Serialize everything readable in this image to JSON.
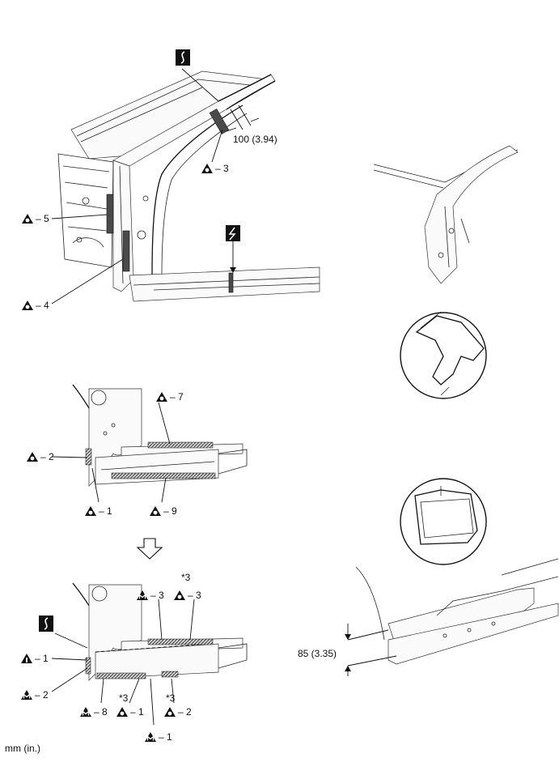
{
  "labels": {
    "t_o3": "3",
    "t_o5": "5",
    "t_o4": "4",
    "t_o7": "7",
    "t_o2": "2",
    "t_o1": "1",
    "t_o9": "9",
    "m_m3": "3",
    "m_o3": "3",
    "m_b1": "1",
    "m_m2": "2",
    "m_m8": "8",
    "m_o1": "1",
    "m_o2": "2",
    "m_mb1": "1",
    "star3_a": "*3",
    "star3_b": "*3",
    "star3_c": "*3"
  },
  "dimensions": {
    "top_cut": "100 (3.94)",
    "sill_cut": "85 (3.35)"
  },
  "footer": {
    "units": "mm (in.)"
  },
  "icons": {
    "cut_icon": "cut-section-symbol",
    "cut_icon2": "cut-section-symbol",
    "bolt": "lightning-cut-symbol",
    "weld_o": "triangle-o-symbol",
    "weld_m": "triangle-m-symbol",
    "weld_i": "triangle-i-symbol"
  }
}
